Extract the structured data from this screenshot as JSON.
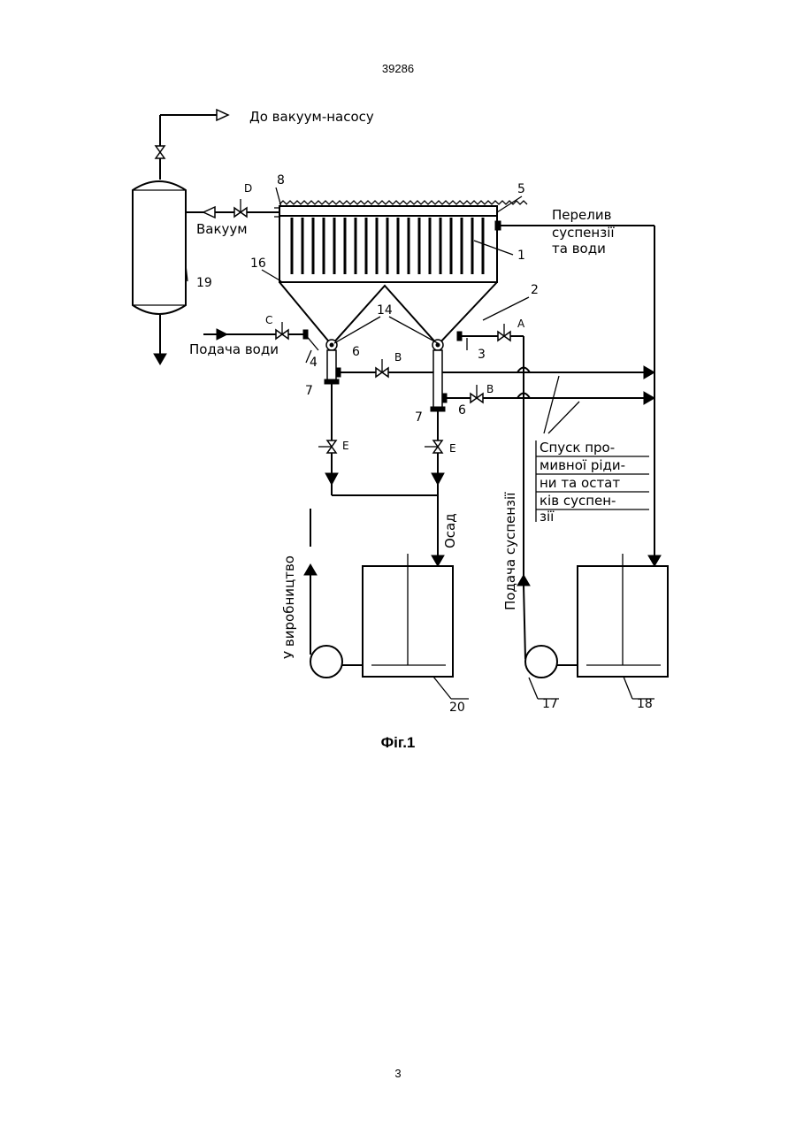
{
  "header": {
    "patent_number": "39286"
  },
  "footer": {
    "page_number": "3"
  },
  "figure": {
    "caption": "Фіг.1"
  },
  "labels": {
    "to_vacuum_pump": "До вакуум-насосу",
    "vacuum": "Вакуум",
    "overflow_line1": "Перелив",
    "overflow_line2": "суспензії",
    "overflow_line3": "та води",
    "water_supply": "Подача води",
    "suspension_supply": "Подача суспензії",
    "drain_line1": "Спуск про-",
    "drain_line2": "мивної ріди-",
    "drain_line3": "ни та остат",
    "drain_line4": "ків суспен-",
    "drain_line5": "зії",
    "sediment": "Осад",
    "to_production": "У виробництво"
  },
  "numbers": {
    "n1": "1",
    "n2": "2",
    "n3": "3",
    "n4": "4",
    "n5": "5",
    "n6a": "6",
    "n6b": "6",
    "n7a": "7",
    "n7b": "7",
    "n8": "8",
    "n14": "14",
    "n16": "16",
    "n17": "17",
    "n18": "18",
    "n19": "19",
    "n20": "20"
  },
  "valves": {
    "a": "A",
    "b1": "B",
    "b2": "B",
    "c": "C",
    "d": "D",
    "e1": "E",
    "e2": "E"
  }
}
